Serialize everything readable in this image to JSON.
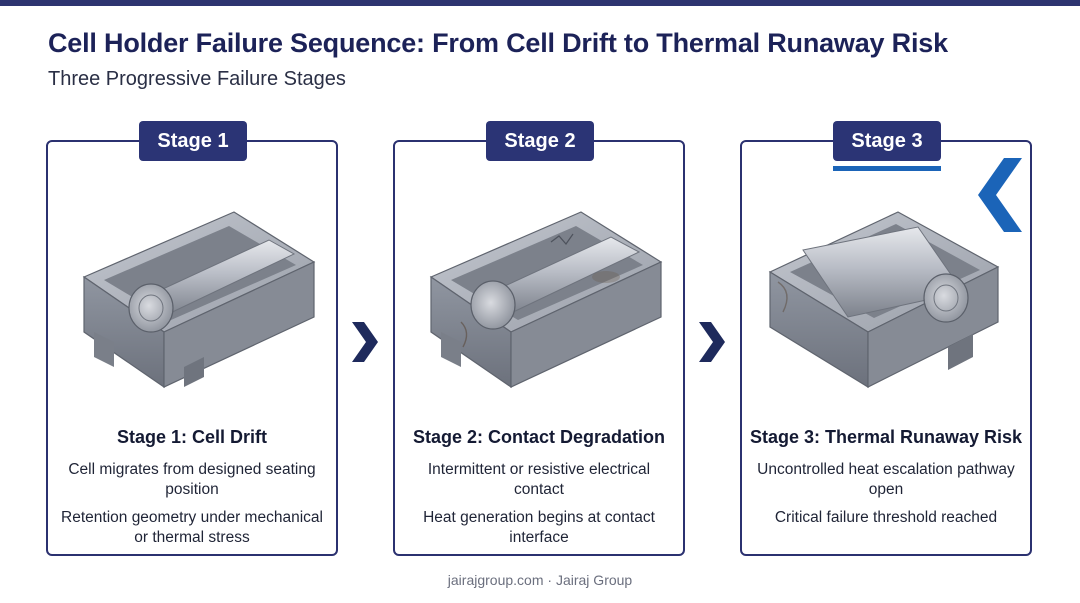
{
  "header": {
    "title": "Cell Holder Failure Sequence: From Cell Drift to Thermal Runaway Risk",
    "subtitle": "Three Progressive Failure Stages"
  },
  "stages": [
    {
      "badge": "Stage 1",
      "title": "Stage 1: Cell Drift",
      "desc1": "Cell migrates from designed seating position",
      "desc2": "Retention geometry under mechanical or thermal stress"
    },
    {
      "badge": "Stage 2",
      "title": "Stage 2: Contact Degradation",
      "desc1": "Intermittent or resistive electrical contact",
      "desc2": "Heat generation begins at contact interface"
    },
    {
      "badge": "Stage 3",
      "title": "Stage 3: Thermal Runaway Risk",
      "desc1": "Uncontrolled heat escalation pathway open",
      "desc2": "Critical failure threshold reached"
    }
  ],
  "footer": {
    "site": "jairajgroup.com",
    "separator": "·",
    "brand": "Jairaj Group"
  },
  "colors": {
    "navy": "#2b3475",
    "accent_blue": "#1b64b8",
    "border": "#2b3170"
  }
}
